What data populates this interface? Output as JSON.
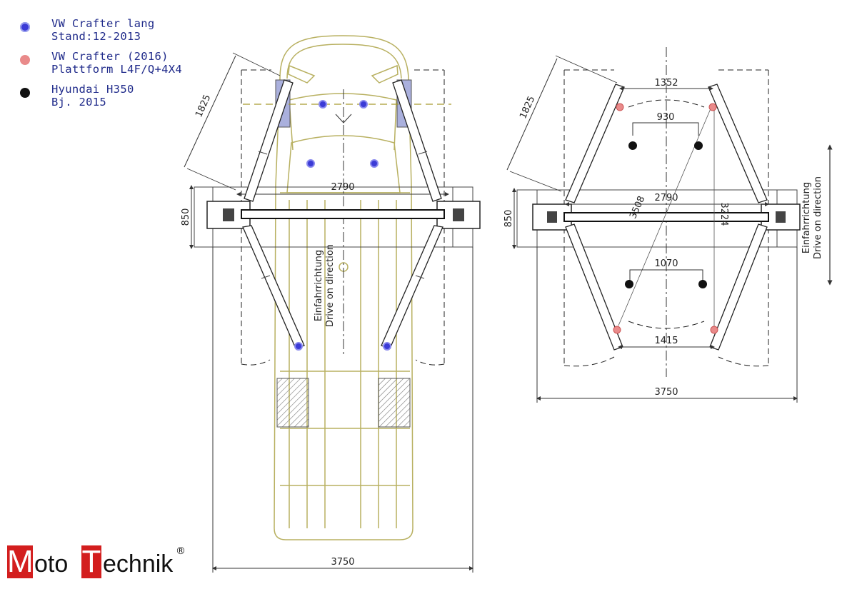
{
  "legend": [
    {
      "line1": "VW Crafter lang",
      "line2": "Stand:12-2013",
      "color": "#3b3bd6",
      "marker": "blue-point"
    },
    {
      "line1": "VW Crafter (2016)",
      "line2": "Plattform L4F/Q+4X4",
      "color": "#e98a8a",
      "marker": "pink-point"
    },
    {
      "line1": "Hyundai H350",
      "line2": "Bj. 2015",
      "color": "#111111",
      "marker": "black-point"
    }
  ],
  "left_diagram": {
    "dim_arm": "1825",
    "dim_inner_width": "2790",
    "dim_depth": "850",
    "dim_total_width": "3750",
    "direction_de": "Einfahrrichtung",
    "direction_en": "Drive on direction"
  },
  "right_diagram": {
    "dim_arm": "1825",
    "dim_top_pads": "1352",
    "dim_hyundai_front": "930",
    "dim_inner_width": "2790",
    "dim_diagonal": "3508",
    "dim_vertical": "3224",
    "dim_depth": "850",
    "dim_hyundai_rear": "1070",
    "dim_bottom_pads": "1415",
    "dim_total_width": "3750",
    "direction_de": "Einfahrrichtung",
    "direction_en": "Drive on direction"
  },
  "logo": {
    "letter_m": "M",
    "part_oto": "oto",
    "letter_t": "T",
    "part_echnik": "echnik",
    "registered": "®",
    "primary_color": "#d31e1e"
  }
}
